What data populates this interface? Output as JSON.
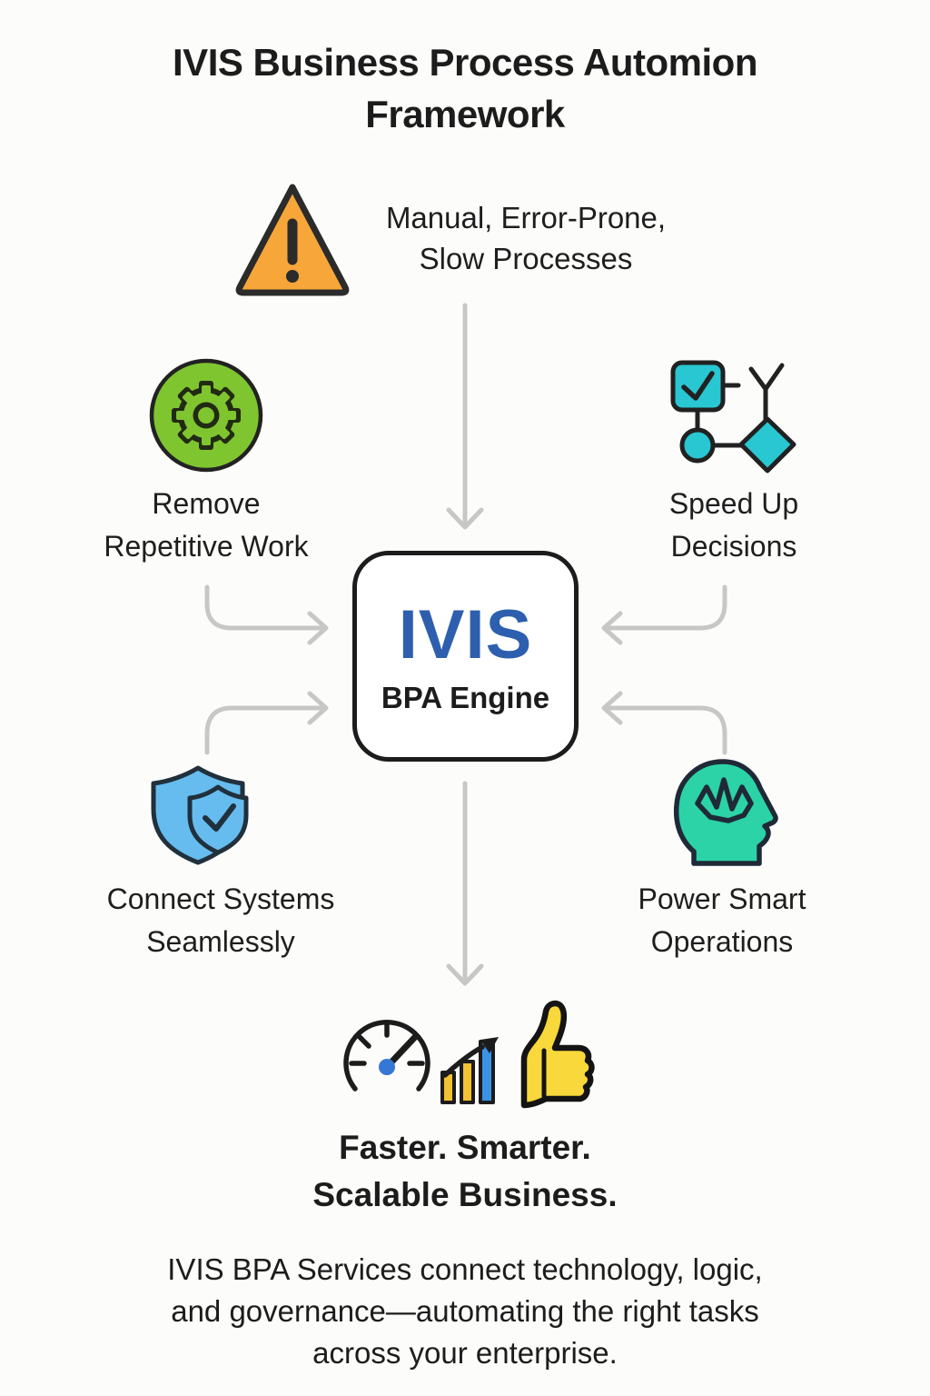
{
  "title": {
    "line1": "IVIS Business Process Automion",
    "line2": "Framework"
  },
  "problem": {
    "icon": "warning-triangle-icon",
    "line1": "Manual, Error-Prone,",
    "line2": "Slow Processes"
  },
  "nodes": {
    "remove": {
      "icon": "gear-icon",
      "line1": "Remove",
      "line2": "Repetitive Work"
    },
    "speed": {
      "icon": "flowchart-icon",
      "line1": "Speed Up",
      "line2": "Decisions"
    },
    "connect": {
      "icon": "shield-check-icon",
      "line1": "Connect Systems",
      "line2": "Seamlessly"
    },
    "power": {
      "icon": "head-brain-icon",
      "line1": "Power Smart",
      "line2": "Operations"
    }
  },
  "engine": {
    "name": "IVIS",
    "subtitle": "BPA Engine"
  },
  "outcome": {
    "icons": [
      "speedometer-icon",
      "growth-chart-icon",
      "thumbs-up-icon"
    ],
    "line1": "Faster. Smarter.",
    "line2": "Scalable Business."
  },
  "footer": {
    "line1": "IVIS BPA Services connect technology, logic,",
    "line2": "and governance—automating the right tasks",
    "line3": "across your enterprise."
  },
  "colors": {
    "background": "#fcfcfa",
    "ink": "#1e1e1e",
    "arrow_gray": "#c7c7c7",
    "ivis_blue": "#2d5fae",
    "warning_orange": "#f7a63a",
    "gear_green": "#7fc52f",
    "flowchart_teal": "#28c7d1",
    "shield_blue": "#66bcee",
    "head_mint": "#2bd3a6",
    "thumb_yellow": "#f8d83a",
    "bar_yellow": "#f2c232",
    "bar_blue": "#3b93e6",
    "hub_blue": "#3577d4"
  }
}
